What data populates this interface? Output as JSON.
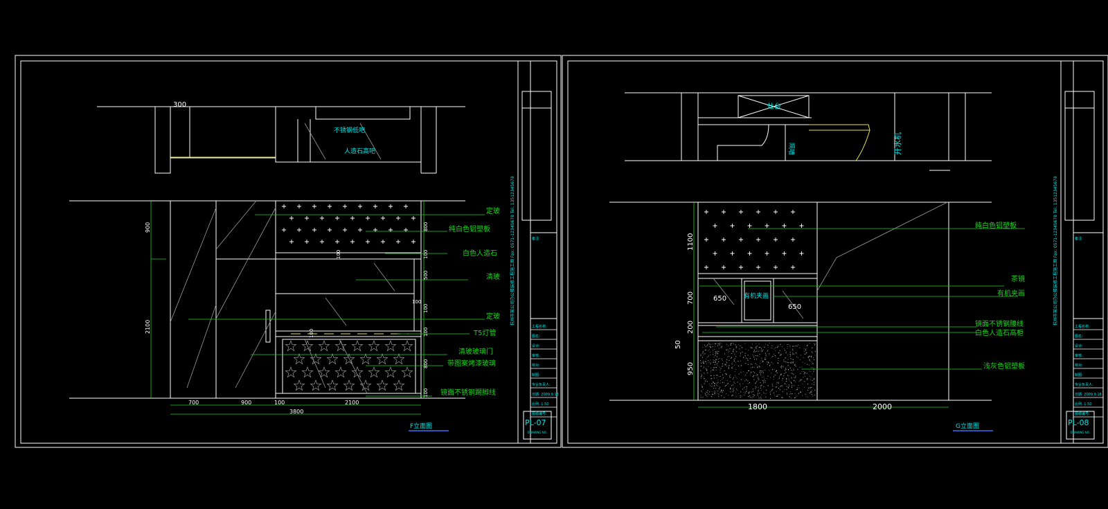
{
  "colors": {
    "background": "#000000",
    "line": "#ffffff",
    "leader": "#1fd11f",
    "text_cyan": "#00e6e6",
    "title_underline": "#3a6cff"
  },
  "sheet_left": {
    "plan": {
      "dim_top": "300",
      "label_1": "不锈钢低吧",
      "label_2": "人造石高吧"
    },
    "left_dims": {
      "d1": "900",
      "d2": "2100"
    },
    "right_dims": {
      "r1": "800",
      "r2": "100",
      "r3": "500",
      "r4": "100",
      "r5": "100",
      "r6": "800",
      "r7": "100"
    },
    "inner_dims": {
      "i1": "100",
      "i2": "100",
      "i3": "100"
    },
    "bottom_dims": {
      "b1": "700",
      "b2": "900",
      "b3": "100",
      "b4": "2100",
      "total": "3800"
    },
    "callouts": [
      "定玻",
      "纯白色铝塑板",
      "白色人造石",
      "清玻",
      "定玻",
      "T5灯管",
      "清玻玻璃门",
      "带图案烤漆玻璃",
      "镜面不锈钢踢脚线"
    ],
    "title": "F立面图",
    "sheet_no": "PL-07"
  },
  "sheet_right": {
    "plan": {
      "label_1": "灶台",
      "label_2": "隔墙",
      "label_3": "开水机"
    },
    "left_dims": {
      "d1": "1100",
      "d2": "700",
      "d3": "200",
      "d4": "950",
      "d5": "50"
    },
    "inner_dims": {
      "i1": "650",
      "i2": "650"
    },
    "inner_label": "有机夹画",
    "bottom_dims": {
      "b1": "1800",
      "b2": "2000"
    },
    "callouts": [
      "纯白色铝塑板",
      "茶镜",
      "有机夹画",
      "镜面不锈钢腰线",
      "白色人造石高柜",
      "浅灰色铝塑板"
    ],
    "title": "G立面图",
    "sheet_no": "PL-08"
  },
  "title_block": {
    "vertical_text": "杭州市某公司办公楼装修工程施工图 Fax: 0571-12345678 Tel: 13512345678",
    "notes_label": "备注:",
    "rows": [
      "工程名称:",
      "图名:",
      "设计:",
      "审核:",
      "校对:",
      "制图:",
      "专业负责人:",
      "日期: 2009.9.18",
      "比例: 1:50",
      "图纸编号:"
    ],
    "sheet_sub": "DRAWING NO."
  }
}
